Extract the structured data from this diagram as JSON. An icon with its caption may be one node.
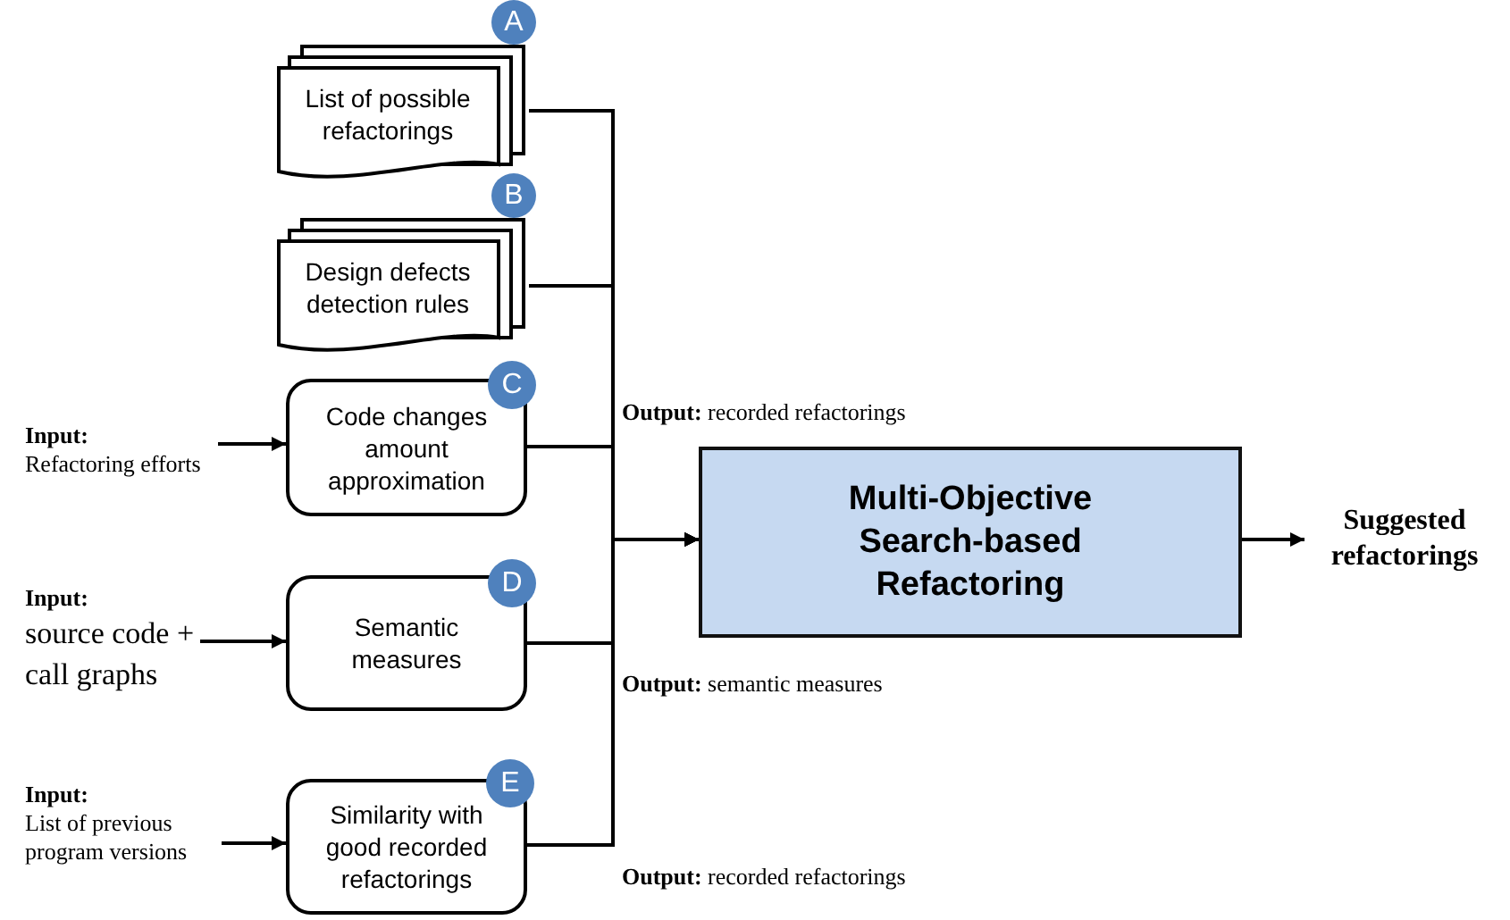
{
  "diagram": {
    "nodes": [
      {
        "text": [
          "List of possible refactorings"
        ]
      },
      {
        "text": [
          "A"
        ]
      },
      {
        "text": [
          "Design defects detection rules"
        ]
      },
      {
        "text": [
          "B"
        ]
      },
      {
        "text": [
          "Input:",
          "Refactoring efforts"
        ]
      },
      {
        "text": [
          "Code changes amount approximation"
        ]
      },
      {
        "text": [
          "C"
        ]
      },
      {
        "text": [
          "Input:",
          "source code + call graphs"
        ]
      },
      {
        "text": [
          "Semantic measures"
        ]
      },
      {
        "text": [
          "D"
        ]
      },
      {
        "text": [
          "Input:",
          "List of previous program versions"
        ]
      },
      {
        "text": [
          "Similarity with good recorded refactorings"
        ]
      },
      {
        "text": [
          "E"
        ]
      },
      {
        "text": [
          "Multi-Objective Search-based Refactoring"
        ]
      },
      {
        "text": [
          "Suggested refactorings"
        ]
      }
    ],
    "edges": [
      {
        "from": 4,
        "to": 5,
        "arrow": "to"
      },
      {
        "from": 7,
        "to": 8,
        "arrow": "to"
      },
      {
        "from": 10,
        "to": 11,
        "arrow": "to"
      },
      {
        "from": 0,
        "to": 13,
        "arrow": "to"
      },
      {
        "from": 2,
        "to": 13,
        "arrow": "to"
      },
      {
        "from": 5,
        "to": 13,
        "arrow": "to"
      },
      {
        "from": 8,
        "to": 13,
        "arrow": "to"
      },
      {
        "from": 11,
        "to": 13,
        "arrow": "to"
      },
      {
        "from": 13,
        "to": 14,
        "arrow": "to"
      }
    ],
    "labels": [
      "**Output:** recorded refactorings",
      "**Output:** semantic measures",
      "**Output:** recorded refactorings"
    ]
  }
}
